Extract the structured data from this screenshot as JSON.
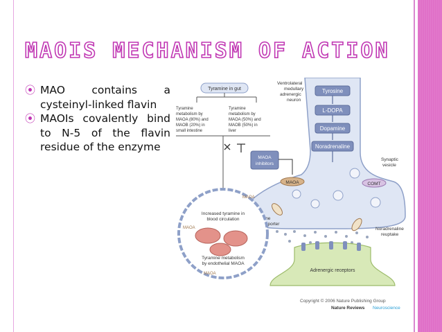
{
  "slide": {
    "title": "MAOIS MECHANISM OF ACTION",
    "bullets": [
      {
        "text": "MAO contains a cysteinyl-linked flavin"
      },
      {
        "text": "MAOIs covalently bind to N-5 of the flavin residue of the enzyme"
      }
    ]
  },
  "figure": {
    "tyramine_in_gut": "Tyramine in gut",
    "left_metabolism": [
      "Tyramine",
      "metabolism by",
      "MAOA (80%) and",
      "MAOB (20%) in",
      "small intestine"
    ],
    "right_metabolism": [
      "Tyramine",
      "metabolism by",
      "MAOA (50%) and",
      "MAOB (50%) in",
      "liver"
    ],
    "maoa_inhibitors": [
      "MAOA",
      "inhibitors"
    ],
    "neuron_label": [
      "Ventrolateral",
      "medullary",
      "adrenergic",
      "neuron"
    ],
    "pathway": [
      "Tyrosine",
      "L-DOPA",
      "Dopamine",
      "Noradrenaline"
    ],
    "synaptic_vesicle": [
      "Synaptic",
      "vesicle"
    ],
    "maoa": "MAOA",
    "comt": "COMT",
    "amine_transporter": [
      "Amine",
      "transporter"
    ],
    "noradrenaline_reuptake": [
      "Noradrenaline",
      "reuptake"
    ],
    "adrenergic_receptors": "Adrenergic receptors",
    "circle_text_top": [
      "Increased tyramine in",
      "blood circulation"
    ],
    "circle_text_bottom": [
      "Tyramine metabolism",
      "by endothelial MAOA"
    ],
    "circle_labels": [
      "MAOA",
      "MAOA",
      "MAOA"
    ],
    "copyright": "Copyright © 2006 Nature Publishing Group",
    "journal": "Nature Reviews",
    "journal_section": "Neuroscience"
  },
  "colors": {
    "accent_pink": "#c037b3",
    "side_band": "#e070c8",
    "neuron_blue": "#dfe6f4",
    "neuron_stroke": "#8ea0c8",
    "receptor_green": "#d8e9b8",
    "cell_red": "#e3928a",
    "maoa_tan": "#d7b38a"
  }
}
